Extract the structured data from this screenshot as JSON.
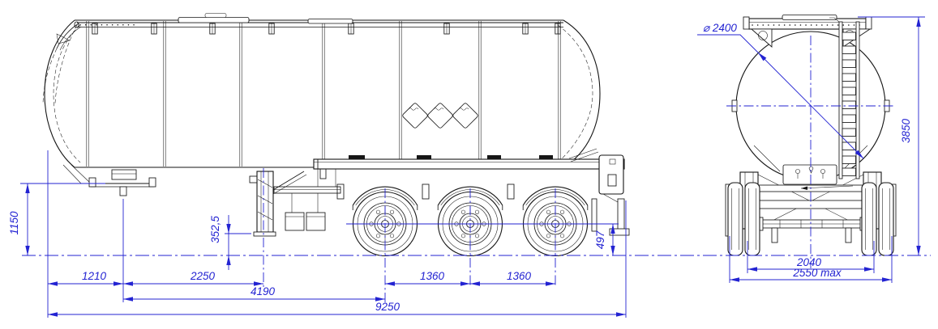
{
  "drawing": {
    "kind": "engineering-drawing",
    "subject": "tri-axle tanker semi-trailer general arrangement, side view and rear view",
    "colors": {
      "line": "#161616",
      "dimension": "#2323d2",
      "background": "#ffffff"
    },
    "dimensions": {
      "side": {
        "fifth_wheel_height": "1150",
        "landing_gear_clearance": "352,5",
        "axle_centre_height": "497",
        "front_overhang_to_kingpin": "1210",
        "kingpin_to_landing_gear": "2250",
        "kingpin_to_first_axle": "4190",
        "axle_spacing_front": "1360",
        "axle_spacing_rear": "1360",
        "overall_length": "9250"
      },
      "rear": {
        "tank_diameter": "⌀ 2400",
        "overall_height": "3850",
        "track_width": "2040",
        "overall_width": "2550 max"
      }
    }
  }
}
